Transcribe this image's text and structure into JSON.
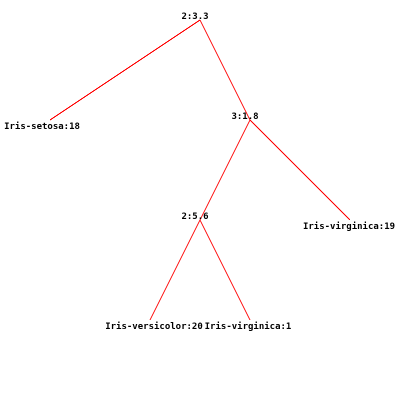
{
  "colors": {
    "background": "#ffffff",
    "edge": "#ff0000",
    "label": "#000000"
  },
  "tree": {
    "root": {
      "label": "2:3.3",
      "left": {
        "label": "Iris-setosa:18"
      },
      "right": {
        "label": "3:1.8",
        "left": {
          "label": "2:5.6",
          "left": {
            "label": "Iris-versicolor:20"
          },
          "right": {
            "label": "Iris-virginica:1"
          }
        },
        "right": {
          "label": "Iris-virginica:19"
        }
      }
    }
  }
}
